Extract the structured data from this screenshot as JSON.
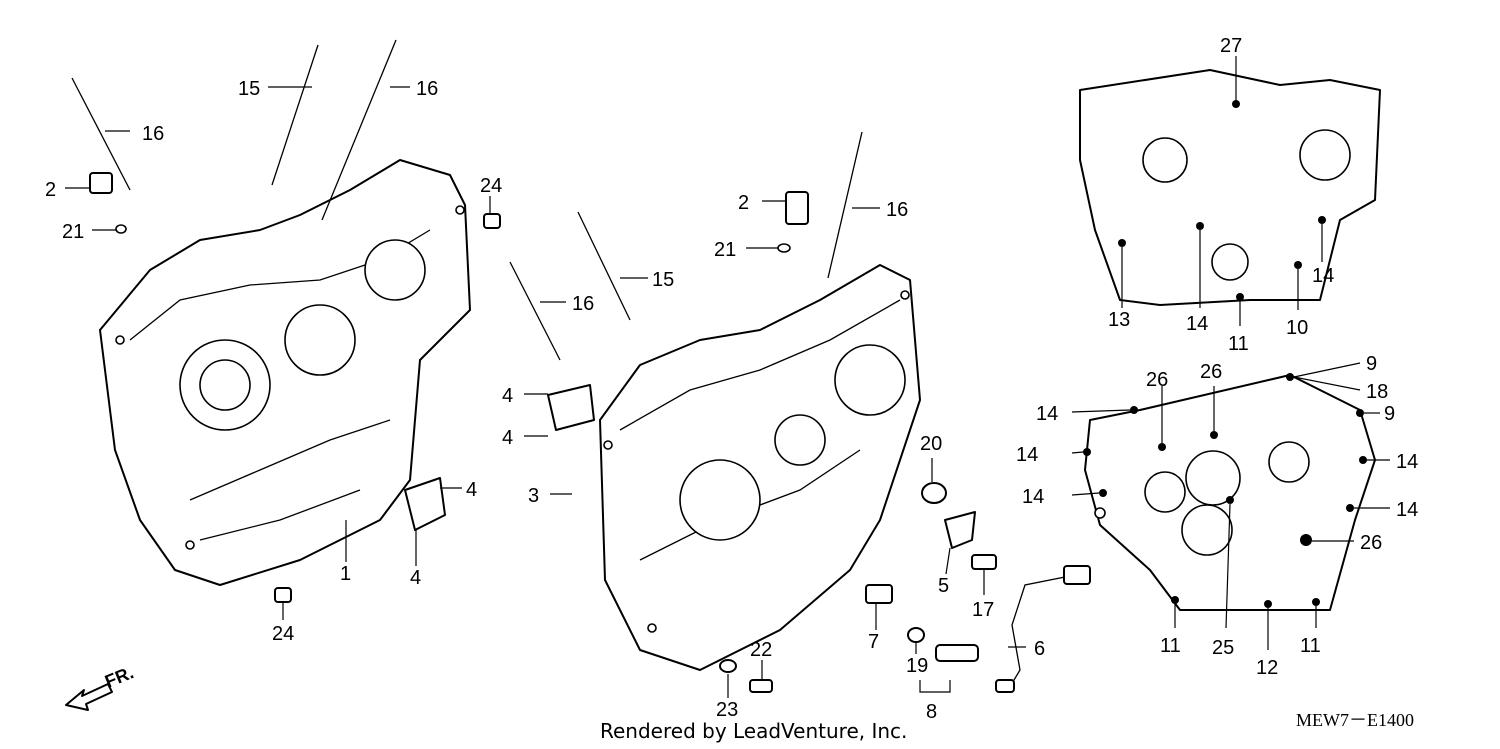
{
  "credit": "Rendered by LeadVenture, Inc.",
  "diagram_code": "MEW7－E1400",
  "direction_label": "FR.",
  "callouts": [
    "16",
    "15",
    "16",
    "2",
    "21",
    "24",
    "1",
    "4",
    "4",
    "24",
    "2",
    "21",
    "16",
    "15",
    "16",
    "4",
    "4",
    "3",
    "20",
    "5",
    "17",
    "7",
    "22",
    "23",
    "19",
    "8",
    "6",
    "27",
    "13",
    "14",
    "11",
    "10",
    "14",
    "9",
    "18",
    "9",
    "26",
    "26",
    "14",
    "14",
    "14",
    "14",
    "14",
    "26",
    "25",
    "11",
    "12",
    "11"
  ]
}
